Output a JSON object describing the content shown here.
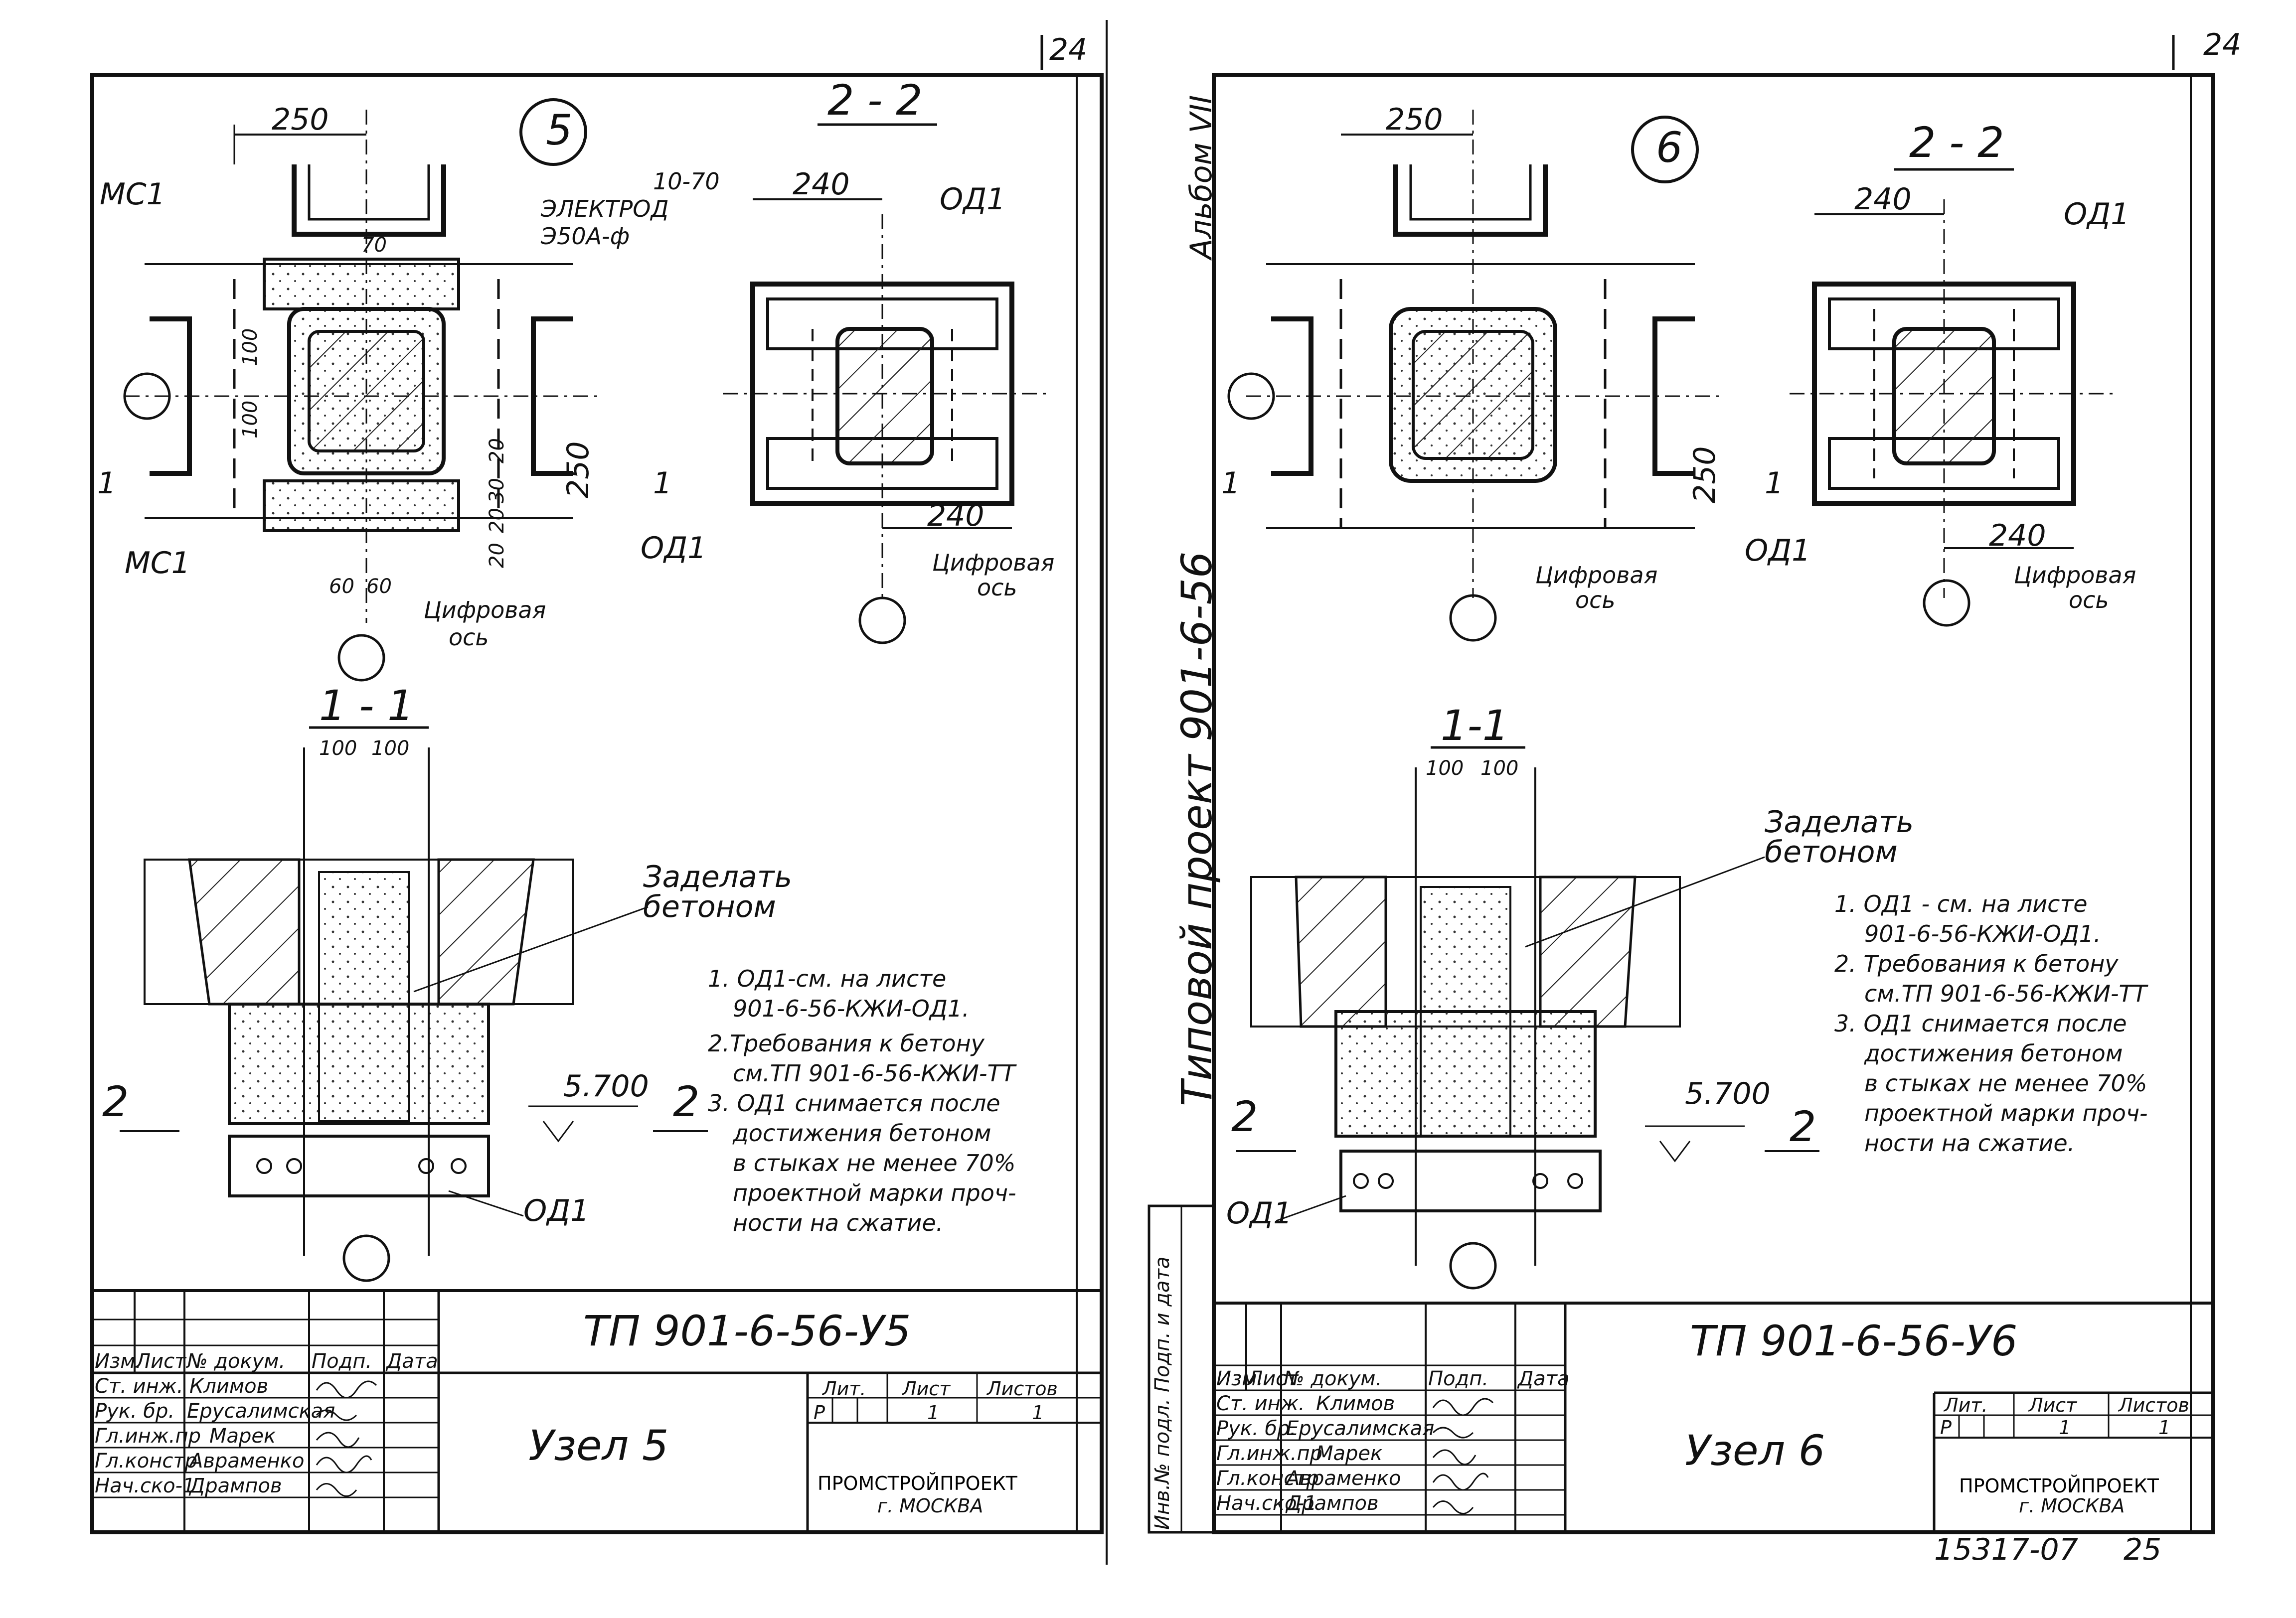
{
  "page_number_left": "24",
  "page_number_right": "24",
  "album": "Альбом VII",
  "project_vertical": "Типовой проект 901-6-56",
  "signature_column": "Инв.№ подл. Подп. и дата",
  "left": {
    "node_number": "5",
    "dim_250_top": "250",
    "mc1_top": "МС1",
    "weld": "10-70",
    "electrode": "ЭЛЕКТРОД",
    "electrode_type": "Э50А-ф",
    "dim_70": "70",
    "dim_100a": "100",
    "dim_100b": "100",
    "dim_250_side": "250",
    "dim_20a": "20",
    "dim_30": "30",
    "dim_20b": "20",
    "dim_20c": "20",
    "mc1_bottom": "МС1",
    "dim_60a": "60",
    "dim_60b": "60",
    "axis_label_1": "Цифровая",
    "axis_label_2": "ось",
    "cut_mark_1a": "1",
    "cut_mark_1b": "1",
    "section_22": "2 - 2",
    "dim_240_top": "240",
    "od1_a": "ОД1",
    "dim_240_bottom": "240",
    "od1_b": "ОД1",
    "axis_label_3": "Цифровая",
    "axis_label_4": "ось",
    "section_11": "1 - 1",
    "dim_100c": "100",
    "dim_100d": "100",
    "fill_note_1": "Заделать",
    "fill_note_2": "бетоном",
    "level": "5.700",
    "cut_mark_2a": "2",
    "cut_mark_2b": "2",
    "od1_c": "ОД1",
    "notes": [
      "1. ОД1-см. на листе",
      "901-6-56-КЖИ-ОД1.",
      "2.Требования к бетону",
      "см.ТП 901-6-56-КЖИ-ТТ",
      "3. ОД1 снимается после",
      "достижения бетоном",
      "в стыках не менее 70%",
      "проектной марки проч-",
      "ности на сжатие."
    ],
    "code": "ТП 901-6-56-У5",
    "title": "Узел 5",
    "org_1": "ПРОМСТРОЙПРОЕКТ",
    "org_2": "г. МОСКВА",
    "stage_hdr": "Лит.",
    "sheet_hdr": "Лист",
    "sheets_hdr": "Листов",
    "stage": "Р",
    "sheet": "1",
    "sheets": "1",
    "hdr": [
      "Изм.",
      "Лист",
      "№ докум.",
      "Подп.",
      "Дата"
    ],
    "roles": [
      "Ст. инж.",
      "Рук. бр.",
      "Гл.инж.пр",
      "Гл.констр",
      "Нач.ско-1"
    ],
    "names": [
      "Климов",
      "Ерусалимская",
      "Марек",
      "Авраменко",
      "Дрампов"
    ]
  },
  "right": {
    "node_number": "6",
    "dim_250_top": "250",
    "dim_250_side": "250",
    "cut_mark_1a": "1",
    "cut_mark_1b": "1",
    "axis_label_1": "Цифровая",
    "axis_label_2": "ось",
    "section_22": "2 - 2",
    "dim_240_top": "240",
    "od1_a": "ОД1",
    "dim_240_bottom": "240",
    "od1_b": "ОД1",
    "axis_label_3": "Цифровая",
    "axis_label_4": "ось",
    "section_11": "1-1",
    "dim_100c": "100",
    "dim_100d": "100",
    "fill_note_1": "Заделать",
    "fill_note_2": "бетоном",
    "level": "5.700",
    "cut_mark_2a": "2",
    "cut_mark_2b": "2",
    "od1_c": "ОД1",
    "notes": [
      "1. ОД1 - см. на листе",
      "901-6-56-КЖИ-ОД1.",
      "2. Требования к бетону",
      "см.ТП 901-6-56-КЖИ-ТТ",
      "3. ОД1 снимается после",
      "достижения бетоном",
      "в стыках не менее 70%",
      "проектной марки проч-",
      "ности на сжатие."
    ],
    "code": "ТП 901-6-56-У6",
    "title": "Узел 6",
    "org_1": "ПРОМСТРОЙПРОЕКТ",
    "org_2": "г. МОСКВА",
    "stage_hdr": "Лит.",
    "sheet_hdr": "Лист",
    "sheets_hdr": "Листов",
    "stage": "Р",
    "sheet": "1",
    "sheets": "1",
    "hdr": [
      "Изм.",
      "Лист",
      "№ докум.",
      "Подп.",
      "Дата"
    ],
    "roles": [
      "Ст. инж.",
      "Рук. бр.",
      "Гл.инж.пр",
      "Гл.констр",
      "Нач.ско-1"
    ],
    "names": [
      "Климов",
      "Ерусалимская",
      "Марек",
      "Авраменко",
      "Дрампов"
    ]
  },
  "archive_no": "15317-07",
  "sheet_no": "25"
}
